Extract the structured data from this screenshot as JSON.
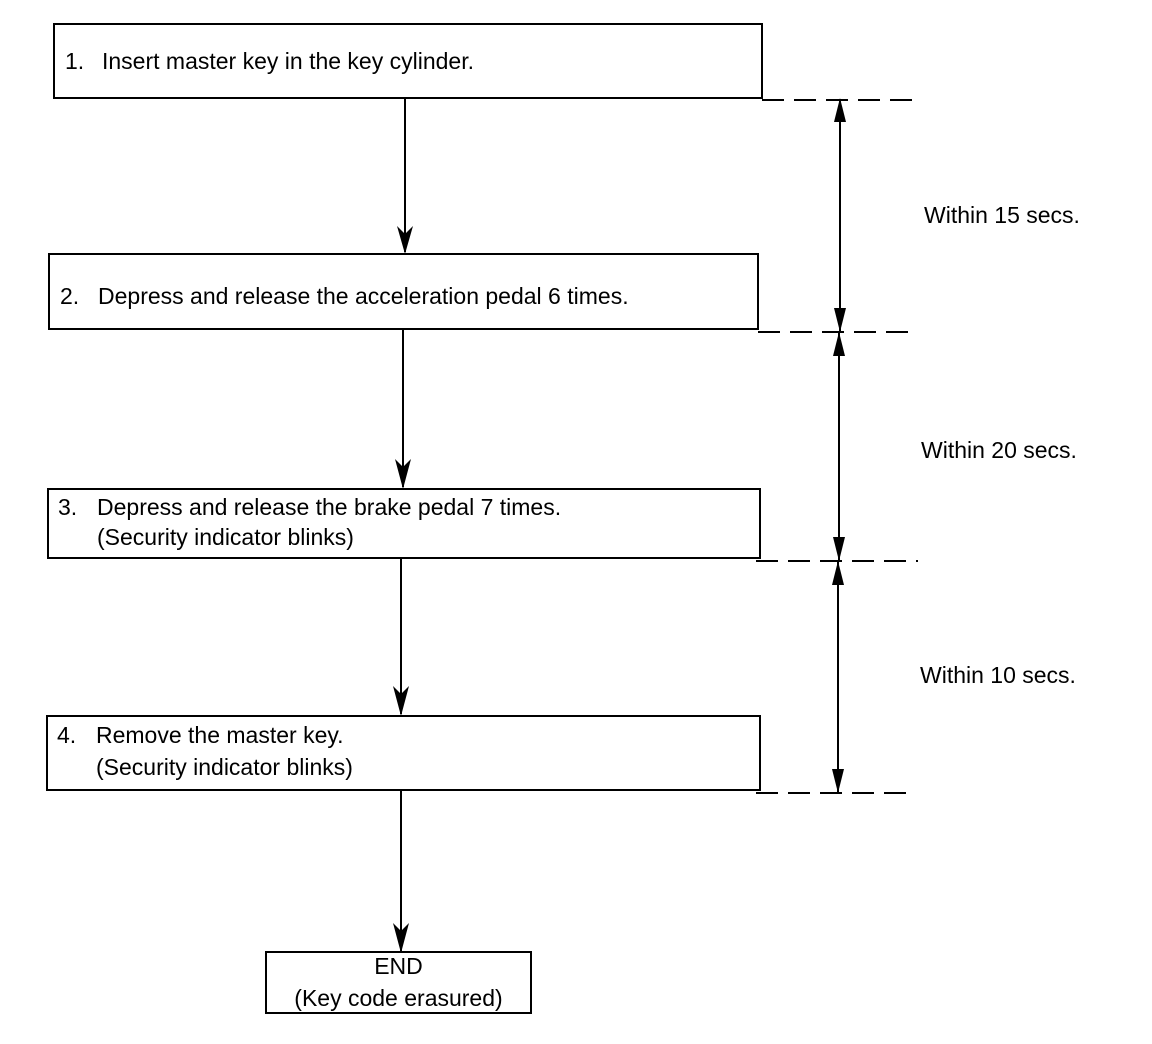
{
  "steps": [
    {
      "num": "1.",
      "line1": "Insert master key in the key cylinder.",
      "line2": ""
    },
    {
      "num": "2.",
      "line1": "Depress and release the acceleration pedal 6 times.",
      "line2": ""
    },
    {
      "num": "3.",
      "line1": "Depress and release the brake pedal 7 times.",
      "line2": "(Security indicator blinks)"
    },
    {
      "num": "4.",
      "line1": "Remove the master key.",
      "line2": "(Security indicator blinks)"
    }
  ],
  "end": {
    "line1": "END",
    "line2": "(Key code erasured)"
  },
  "intervals": [
    {
      "label": "Within 15 secs."
    },
    {
      "label": "Within 20 secs."
    },
    {
      "label": "Within 10 secs."
    }
  ]
}
